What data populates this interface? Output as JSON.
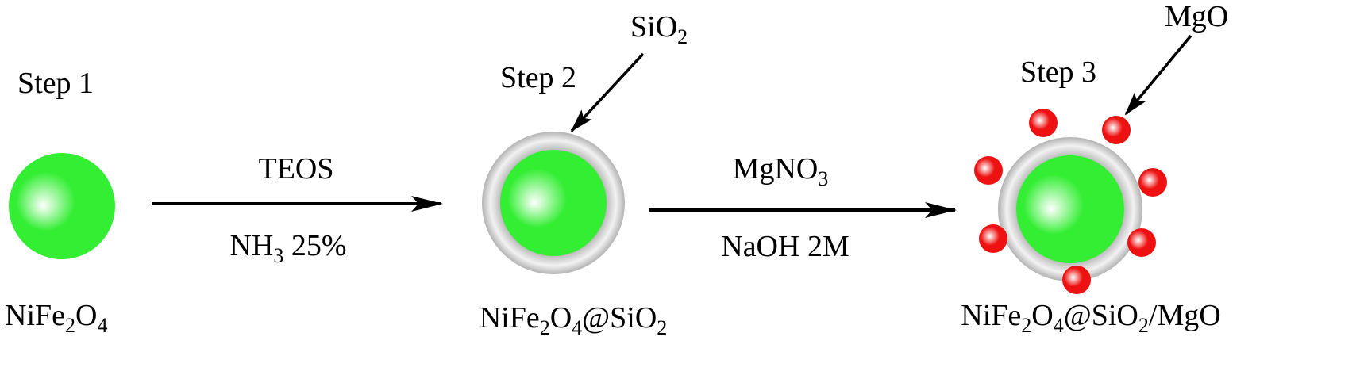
{
  "steps": [
    {
      "step_label": "Step 1",
      "product": [
        {
          "t": "NiFe"
        },
        {
          "t": "2",
          "sub": true
        },
        {
          "t": "O"
        },
        {
          "t": "4",
          "sub": true
        }
      ]
    },
    {
      "step_label": "Step 2",
      "pointer_label": [
        {
          "t": "SiO"
        },
        {
          "t": "2",
          "sub": true
        }
      ],
      "product": [
        {
          "t": "NiFe"
        },
        {
          "t": "2",
          "sub": true
        },
        {
          "t": "O"
        },
        {
          "t": "4",
          "sub": true
        },
        {
          "t": "@SiO"
        },
        {
          "t": "2",
          "sub": true
        }
      ]
    },
    {
      "step_label": "Step 3",
      "pointer_label": [
        {
          "t": "MgO"
        }
      ],
      "product": [
        {
          "t": "NiFe"
        },
        {
          "t": "2",
          "sub": true
        },
        {
          "t": "O"
        },
        {
          "t": "4",
          "sub": true
        },
        {
          "t": "@SiO"
        },
        {
          "t": "2",
          "sub": true
        },
        {
          "t": "/MgO"
        }
      ]
    }
  ],
  "reactions": [
    {
      "above": [
        {
          "t": "TEOS"
        }
      ],
      "below": [
        {
          "t": "NH"
        },
        {
          "t": "3",
          "sub": true
        },
        {
          "t": " 25%"
        }
      ]
    },
    {
      "above": [
        {
          "t": "MgNO"
        },
        {
          "t": "3",
          "sub": true
        }
      ],
      "below": [
        {
          "t": "NaOH 2M"
        }
      ]
    }
  ],
  "colors": {
    "core": "#33ee33",
    "core_highlight": "#ffffff",
    "shell": "#b3b3b3",
    "shell_highlight": "#f2f2f2",
    "mgo_particle": "#ee1111",
    "mgo_highlight": "#ffffff",
    "stroke": "#000000"
  }
}
